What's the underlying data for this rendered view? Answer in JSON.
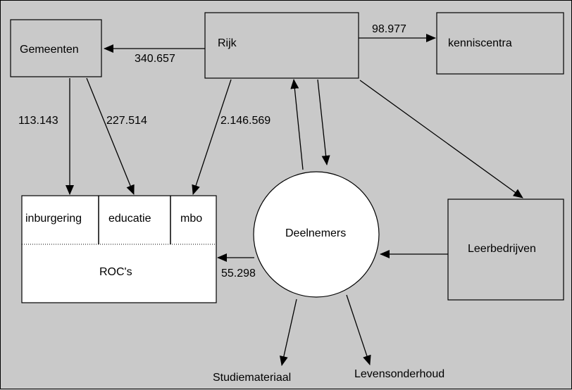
{
  "nodes": {
    "gemeenten": "Gemeenten",
    "rijk": "Rijk",
    "kenniscentra": "kenniscentra",
    "deelnemers": "Deelnemers",
    "leerbedrijven": "Leerbedrijven",
    "rocs": "ROC's",
    "inburgering": "inburgering",
    "educatie": "educatie",
    "mbo": "mbo",
    "studiemateriaal": "Studiemateriaal",
    "levensonderhoud": "Levensonderhoud"
  },
  "flows": {
    "rijk_to_gemeenten": "340.657",
    "rijk_to_kenniscentra": "98.977",
    "gemeenten_to_inburgering": "113.143",
    "gemeenten_to_educatie": "227.514",
    "rijk_to_mbo": "2.146.569",
    "deelnemers_to_rocs": "55.298"
  }
}
